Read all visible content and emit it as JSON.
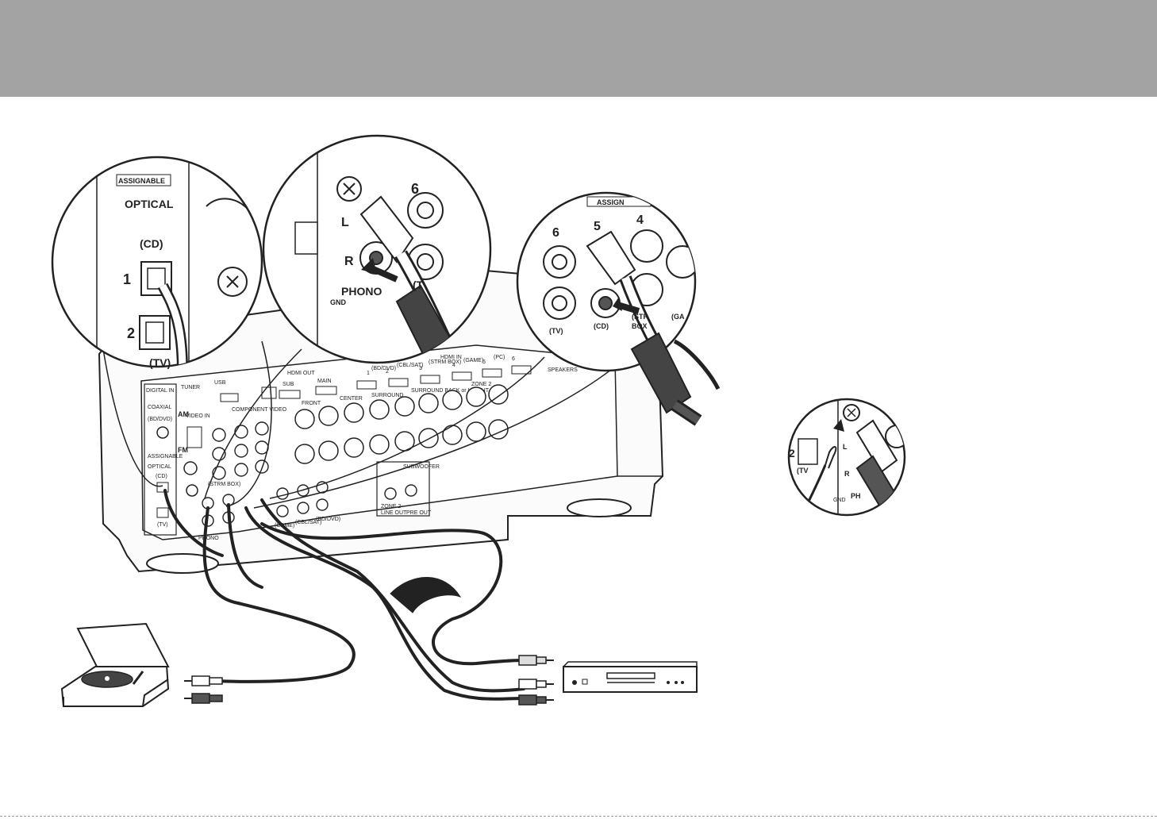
{
  "zoom_optical": {
    "assignable": "ASSIGNABLE",
    "optical": "OPTICAL",
    "cd": "(CD)",
    "n1": "1",
    "n2": "2",
    "tv": "(TV)"
  },
  "zoom_phono": {
    "six": "6",
    "l": "L",
    "r": "R",
    "gnd": "GND",
    "phono": "PHONO",
    "t_partial": "(T"
  },
  "zoom_analog": {
    "assign_partial": "ASSIGN",
    "six": "6",
    "five": "5",
    "four": "4",
    "tv": "(TV)",
    "cd": "(CD)",
    "strm_partial": "(STR",
    "box_partial": "BOX",
    "ga_partial": "(GA"
  },
  "receiver_panel": {
    "digital_in": "DIGITAL IN",
    "coaxial": "COAXIAL",
    "bd_dvd": "(BD/DVD)",
    "assignable": "ASSIGNABLE",
    "optical": "OPTICAL",
    "cd": "(CD)",
    "tv": "(TV)",
    "tuner": "TUNER",
    "am": "AM",
    "fm": "FM",
    "usb": "USB",
    "hdmi_out": "HDMI OUT",
    "sub": "SUB",
    "main": "MAIN",
    "hdmi_in": "HDMI IN",
    "hdmi_in_labels": [
      "1",
      "(BD/DVD)",
      "2",
      "(CBL/SAT)",
      "3",
      "(STRM BOX)",
      "4",
      "(GAME)",
      "5",
      "(PC)",
      "6"
    ],
    "speakers": "SPEAKERS",
    "front": "FRONT",
    "center": "CENTER",
    "surround": "SURROUND",
    "surround_back": "SURROUND BACK or HEIGHT",
    "zone2": "ZONE 2",
    "subwoofer": "SUBWOOFER",
    "zone2_line": "ZONE 2",
    "line_out": "LINE OUT",
    "pre_out": "PRE OUT",
    "video_in": "VIDEO IN",
    "component_video": "COMPONENT VIDEO",
    "strm_box": "(STRM BOX)",
    "game": "(GAME)",
    "cbl_sat": "(CBL/SAT)",
    "bd_dvd2": "(BD/DVD)",
    "phono_small": "PHONO"
  },
  "zoom_ground": {
    "two": "2",
    "tv_partial": "(TV",
    "l": "L",
    "r": "R",
    "gnd": "GND",
    "ph_partial": "PH"
  },
  "colors": {
    "header": "#a3a3a3",
    "line": "#222222",
    "cable_grey": "#6b6b6b",
    "cable_light": "#d8d8d8"
  }
}
